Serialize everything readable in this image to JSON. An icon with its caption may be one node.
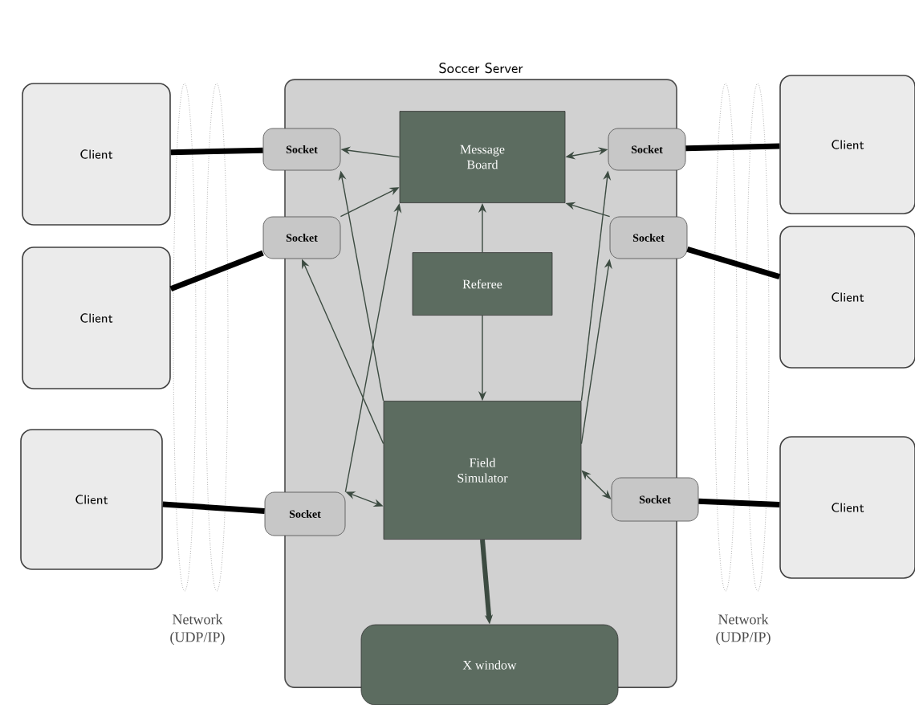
{
  "diagram": {
    "nodes": [
      {
        "text": [
          "Soccer Server"
        ]
      },
      {
        "text": [
          "Client"
        ]
      },
      {
        "text": [
          "Socket"
        ]
      },
      {
        "text": [
          "Message Board"
        ],
        "in": 0
      },
      {
        "text": [
          "Socket"
        ]
      },
      {
        "text": [
          "Client"
        ]
      },
      {
        "text": [
          "Client"
        ]
      },
      {
        "text": [
          "Socket"
        ]
      },
      {
        "text": [
          "Socket"
        ]
      },
      {
        "text": [
          "Client"
        ]
      },
      {
        "text": [
          "Referee"
        ],
        "in": 0
      },
      {
        "text": [
          "Field Simulator"
        ],
        "in": 0
      },
      {
        "text": [
          "Client"
        ]
      },
      {
        "text": [
          "Socket"
        ]
      },
      {
        "text": [
          "Socket"
        ]
      },
      {
        "text": [
          "Client"
        ]
      },
      {
        "text": [
          "X window"
        ]
      }
    ],
    "edges": [
      {
        "from": 1,
        "to": 2,
        "arrow": "none",
        "style": "thick",
        "color": "#000000"
      },
      {
        "from": 4,
        "to": 5,
        "arrow": "none",
        "style": "thick",
        "color": "#000000"
      },
      {
        "from": 6,
        "to": 7,
        "arrow": "none",
        "style": "thick",
        "color": "#000000"
      },
      {
        "from": 8,
        "to": 9,
        "arrow": "none",
        "style": "thick",
        "color": "#000000"
      },
      {
        "from": 12,
        "to": 13,
        "arrow": "none",
        "style": "thick",
        "color": "#000000"
      },
      {
        "from": 14,
        "to": 15,
        "arrow": "none",
        "style": "thick",
        "color": "#000000"
      },
      {
        "from": 3,
        "to": 2,
        "arrow": "to"
      },
      {
        "from": 7,
        "to": 3,
        "arrow": "to"
      },
      {
        "from": 13,
        "to": 3,
        "arrow": "to"
      },
      {
        "from": 11,
        "to": 2,
        "arrow": "to"
      },
      {
        "from": 11,
        "to": 7,
        "arrow": "to"
      },
      {
        "from": 13,
        "to": 11,
        "arrow": "both"
      },
      {
        "from": 4,
        "to": 3,
        "arrow": "both"
      },
      {
        "from": 8,
        "to": 3,
        "arrow": "to"
      },
      {
        "from": 11,
        "to": 4,
        "arrow": "to"
      },
      {
        "from": 11,
        "to": 8,
        "arrow": "to"
      },
      {
        "from": 11,
        "to": 14,
        "arrow": "both"
      },
      {
        "from": 10,
        "to": 3,
        "arrow": "to"
      },
      {
        "from": 10,
        "to": 11,
        "arrow": "to"
      },
      {
        "from": 11,
        "to": 16,
        "arrow": "to",
        "style": "thick"
      }
    ],
    "labels": [
      "Network (UDP/IP)",
      "Network (UDP/IP)"
    ]
  }
}
